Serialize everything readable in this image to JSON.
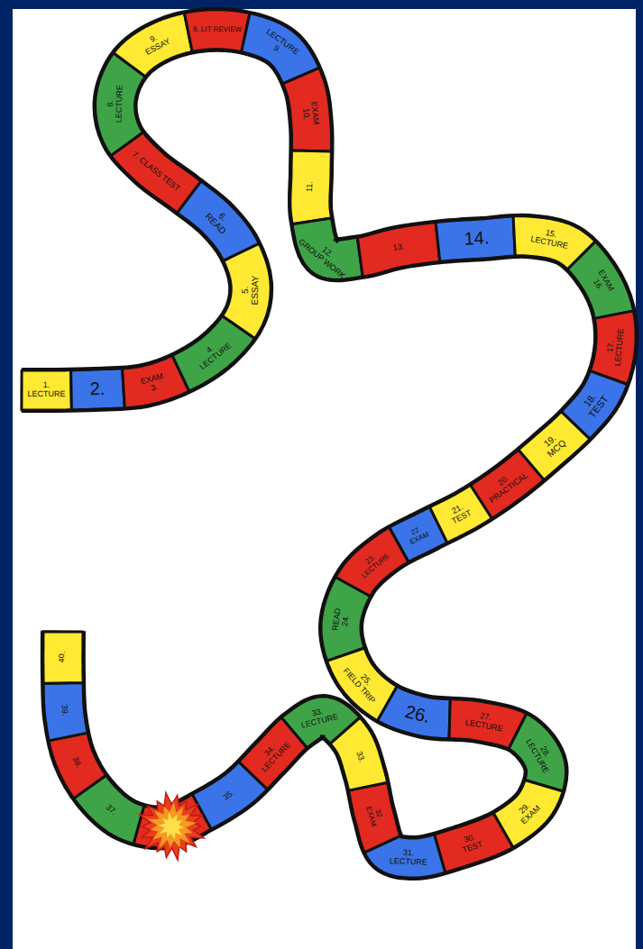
{
  "diagram": {
    "nodes": [
      {
        "text": [
          "1.",
          "LECTURE"
        ]
      },
      {
        "text": [
          "2."
        ]
      },
      {
        "text": [
          "EXAM",
          "3."
        ]
      },
      {
        "text": [
          "4.",
          "LECTURE"
        ]
      },
      {
        "text": [
          "5.",
          "ESSAY"
        ]
      },
      {
        "text": [
          "6.",
          "READ"
        ]
      },
      {
        "text": [
          "7. CLASS TEST"
        ]
      },
      {
        "text": [
          "8.",
          "LECTURE"
        ]
      },
      {
        "text": [
          "9.",
          "ESSAY"
        ]
      },
      {
        "text": [
          "8. LIT REVIEW"
        ]
      },
      {
        "text": [
          "LECTURE",
          "9."
        ]
      },
      {
        "text": [
          "EXAM",
          "10."
        ]
      },
      {
        "text": [
          "11."
        ]
      },
      {
        "text": [
          "12.",
          "GROUP WORK"
        ]
      },
      {
        "text": [
          "13."
        ]
      },
      {
        "text": [
          "14."
        ]
      },
      {
        "text": [
          "15.",
          "LECTURE"
        ]
      },
      {
        "text": [
          "EXAM",
          "16."
        ]
      },
      {
        "text": [
          "17.",
          "LECTURE"
        ]
      },
      {
        "text": [
          "18.",
          "TEST"
        ]
      },
      {
        "text": [
          "19.",
          "MCQ"
        ]
      },
      {
        "text": [
          "20.",
          "PRACTICAL"
        ]
      },
      {
        "text": [
          "21.",
          "TEST"
        ]
      },
      {
        "text": [
          "22.",
          "EXAM"
        ]
      },
      {
        "text": [
          "23.",
          "LECTURE"
        ]
      },
      {
        "text": [
          "READ",
          "24."
        ]
      },
      {
        "text": [
          "25.",
          "FIELD TRIP"
        ]
      },
      {
        "text": [
          "26."
        ]
      },
      {
        "text": [
          "27.",
          "LECTURE"
        ]
      },
      {
        "text": [
          "28.",
          "LECTURE"
        ]
      },
      {
        "text": [
          "29.",
          "EXAM"
        ]
      },
      {
        "text": [
          "30.",
          "TEST"
        ]
      },
      {
        "text": [
          "31.",
          "LECTURE"
        ]
      },
      {
        "text": [
          "32.",
          "EXAM"
        ]
      },
      {
        "text": [
          "33."
        ]
      },
      {
        "text": [
          "33.",
          "LECTURE"
        ]
      },
      {
        "text": [
          "34.",
          "LECTURE"
        ]
      },
      {
        "text": [
          "35."
        ]
      },
      {
        "text": [
          "37."
        ]
      },
      {
        "text": [
          "38."
        ]
      },
      {
        "text": [
          "39."
        ]
      },
      {
        "text": [
          "40."
        ]
      }
    ]
  }
}
